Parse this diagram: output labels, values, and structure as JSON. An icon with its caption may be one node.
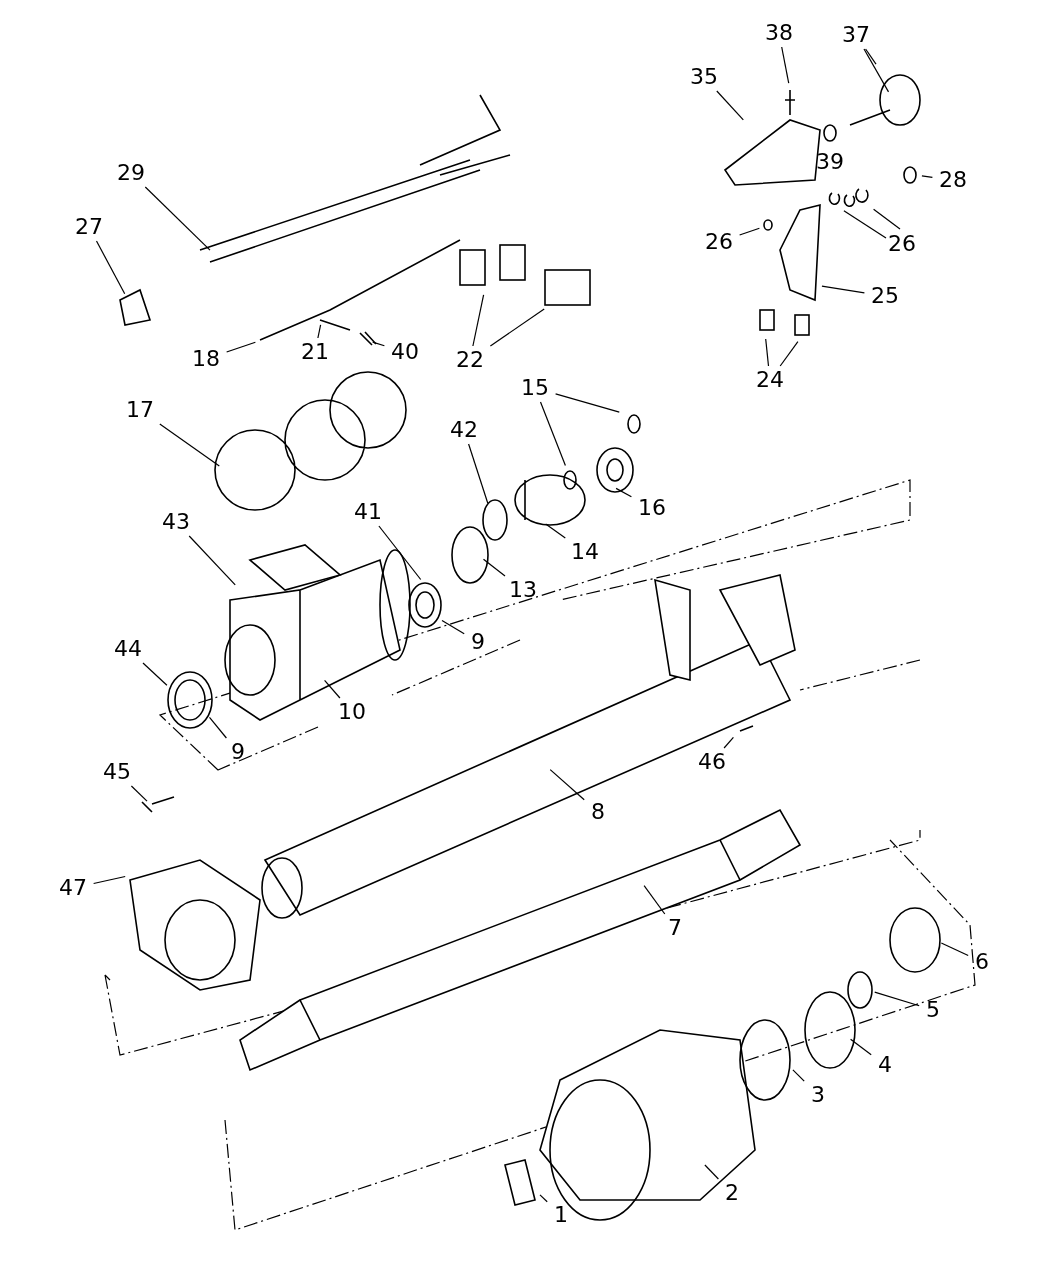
{
  "diagram": {
    "nodes": [
      {
        "text": [
          "38"
        ]
      },
      {
        "text": [
          "37"
        ]
      },
      {
        "text": [
          "35"
        ]
      },
      {
        "text": [
          "28"
        ]
      },
      {
        "text": [
          "29"
        ]
      },
      {
        "text": [
          "26"
        ]
      },
      {
        "text": [
          "26"
        ]
      },
      {
        "text": [
          "27"
        ]
      },
      {
        "text": [
          "25"
        ]
      },
      {
        "text": [
          "18"
        ]
      },
      {
        "text": [
          "21"
        ]
      },
      {
        "text": [
          "40"
        ]
      },
      {
        "text": [
          "22"
        ]
      },
      {
        "text": [
          "24"
        ]
      },
      {
        "text": [
          "15"
        ]
      },
      {
        "text": [
          "17"
        ]
      },
      {
        "text": [
          "42"
        ]
      },
      {
        "text": [
          "16"
        ]
      },
      {
        "text": [
          "43"
        ]
      },
      {
        "text": [
          "41"
        ]
      },
      {
        "text": [
          "14"
        ]
      },
      {
        "text": [
          "13"
        ]
      },
      {
        "text": [
          "9"
        ]
      },
      {
        "text": [
          "10"
        ]
      },
      {
        "text": [
          "44"
        ]
      },
      {
        "text": [
          "9"
        ]
      },
      {
        "text": [
          "46"
        ]
      },
      {
        "text": [
          "45"
        ]
      },
      {
        "text": [
          "8"
        ]
      },
      {
        "text": [
          "47"
        ]
      },
      {
        "text": [
          "7"
        ]
      },
      {
        "text": [
          "6"
        ]
      },
      {
        "text": [
          "5"
        ]
      },
      {
        "text": [
          "4"
        ]
      },
      {
        "text": [
          "3"
        ]
      },
      {
        "text": [
          "2"
        ]
      },
      {
        "text": [
          "1"
        ]
      }
    ],
    "edges": [
      {
        "from": 0,
        "to": null,
        "arrow": "none"
      },
      {
        "from": 1,
        "to": null,
        "arrow": "none"
      },
      {
        "from": 1,
        "to": null,
        "arrow": "none"
      },
      {
        "from": 2,
        "to": null,
        "arrow": "none"
      },
      {
        "from": 3,
        "to": null,
        "arrow": "none"
      },
      {
        "from": 4,
        "to": null,
        "arrow": "none"
      },
      {
        "from": 5,
        "to": null,
        "arrow": "none"
      },
      {
        "from": 6,
        "to": null,
        "arrow": "none"
      },
      {
        "from": 6,
        "to": null,
        "arrow": "none"
      },
      {
        "from": 7,
        "to": null,
        "arrow": "none"
      },
      {
        "from": 8,
        "to": null,
        "arrow": "none"
      },
      {
        "from": 9,
        "to": null,
        "arrow": "none"
      },
      {
        "from": 10,
        "to": null,
        "arrow": "none"
      },
      {
        "from": 11,
        "to": null,
        "arrow": "none"
      },
      {
        "from": 12,
        "to": null,
        "arrow": "none"
      },
      {
        "from": 12,
        "to": null,
        "arrow": "none"
      },
      {
        "from": 13,
        "to": null,
        "arrow": "none"
      },
      {
        "from": 13,
        "to": null,
        "arrow": "none"
      },
      {
        "from": 14,
        "to": null,
        "arrow": "none"
      },
      {
        "from": 14,
        "to": null,
        "arrow": "none"
      },
      {
        "from": 15,
        "to": null,
        "arrow": "none"
      },
      {
        "from": 16,
        "to": null,
        "arrow": "none"
      },
      {
        "from": 17,
        "to": null,
        "arrow": "none"
      },
      {
        "from": 18,
        "to": null,
        "arrow": "none"
      },
      {
        "from": 19,
        "to": null,
        "arrow": "none"
      },
      {
        "from": 20,
        "to": null,
        "arrow": "none"
      },
      {
        "from": 21,
        "to": null,
        "arrow": "none"
      },
      {
        "from": 22,
        "to": null,
        "arrow": "none"
      },
      {
        "from": 23,
        "to": null,
        "arrow": "none"
      },
      {
        "from": 24,
        "to": null,
        "arrow": "none"
      },
      {
        "from": 25,
        "to": null,
        "arrow": "none"
      },
      {
        "from": 26,
        "to": null,
        "arrow": "none"
      },
      {
        "from": 27,
        "to": null,
        "arrow": "none"
      },
      {
        "from": 28,
        "to": null,
        "arrow": "none"
      },
      {
        "from": 29,
        "to": null,
        "arrow": "none"
      },
      {
        "from": 30,
        "to": null,
        "arrow": "none"
      },
      {
        "from": 31,
        "to": null,
        "arrow": "none"
      },
      {
        "from": 32,
        "to": null,
        "arrow": "none"
      },
      {
        "from": 33,
        "to": null,
        "arrow": "none"
      },
      {
        "from": 34,
        "to": null,
        "arrow": "none"
      },
      {
        "from": 35,
        "to": null,
        "arrow": "none"
      },
      {
        "from": 36,
        "to": null,
        "arrow": "none"
      }
    ],
    "labels": [
      "39"
    ]
  }
}
